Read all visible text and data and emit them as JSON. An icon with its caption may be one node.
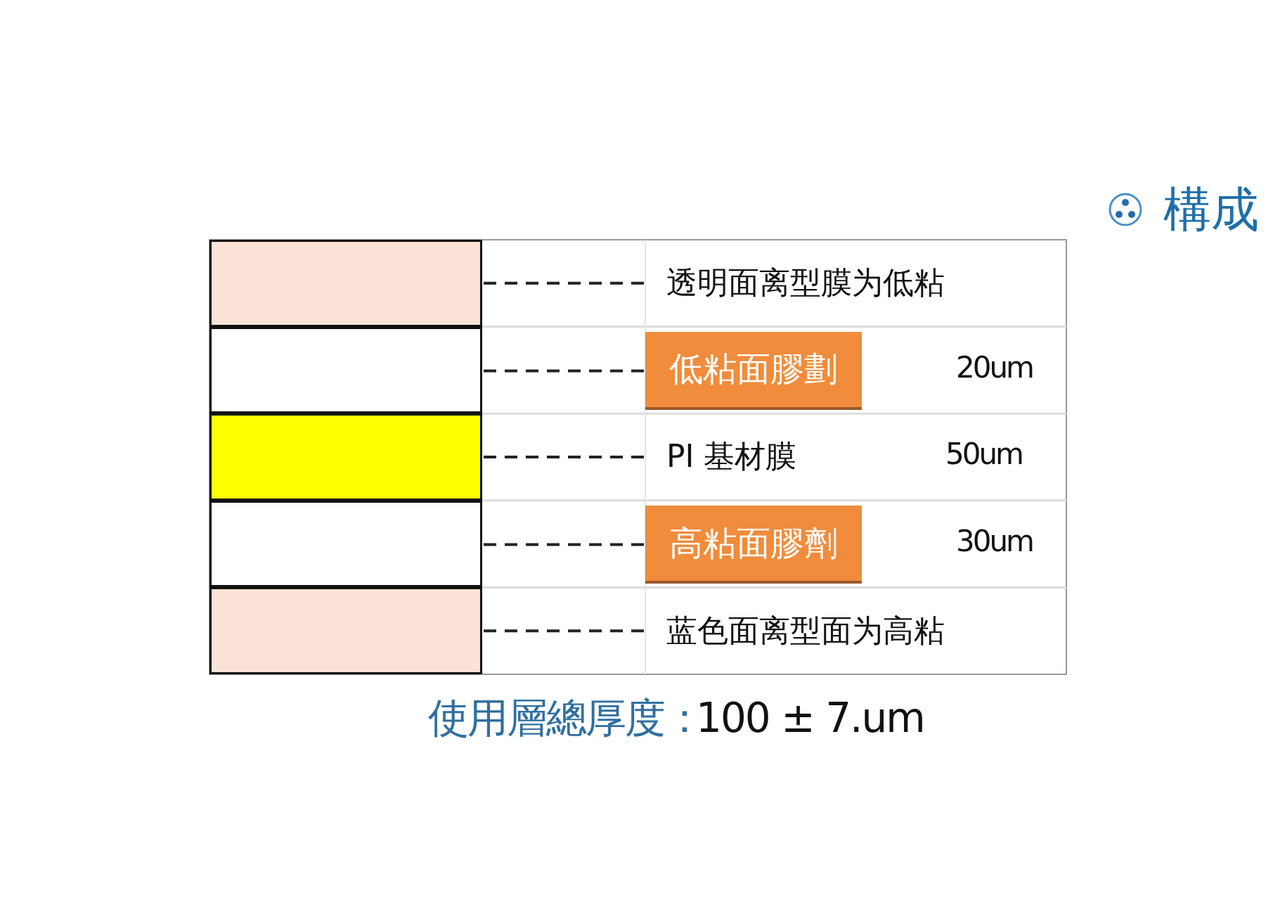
{
  "diagram": {
    "title": "構成",
    "nodes": [
      {
        "text": [],
        "shape": "box"
      },
      {
        "text": [
          "透明面离型膜为低粘"
        ]
      },
      {
        "text": [],
        "shape": "box"
      },
      {
        "text": [
          "低粘面膠劃"
        ]
      },
      {
        "text": [],
        "shape": "box"
      },
      {
        "text": [
          "PI 基材膜"
        ]
      },
      {
        "text": [],
        "shape": "box"
      },
      {
        "text": [
          "高粘面膠劑"
        ]
      },
      {
        "text": [],
        "shape": "box"
      },
      {
        "text": [
          "蓝色面离型面为高粘"
        ]
      }
    ],
    "edges": [
      {
        "from": 0,
        "to": 1,
        "arrow": "none",
        "style": "dashed"
      },
      {
        "from": 2,
        "to": 3,
        "arrow": "none",
        "style": "dashed"
      },
      {
        "from": 4,
        "to": 5,
        "arrow": "none",
        "style": "dashed"
      },
      {
        "from": 6,
        "to": 7,
        "arrow": "none",
        "style": "dashed"
      },
      {
        "from": 8,
        "to": 9,
        "arrow": "none",
        "style": "dashed"
      }
    ],
    "labels": [
      "20um",
      "50um",
      "30um",
      "使用層總厚度：",
      "100 ± 7.um"
    ]
  }
}
